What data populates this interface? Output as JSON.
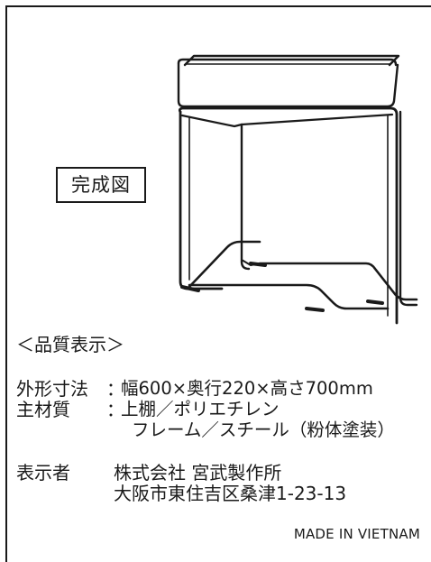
{
  "badge": {
    "label": "完成図"
  },
  "quality": {
    "header": "＜品質表示＞",
    "size_label": "外形寸法",
    "size_value": "幅600×奥行220×高さ700mm",
    "material_label": "主材質",
    "material_line1": "上棚／ポリエチレン",
    "material_line2": "フレーム／スチール（粉体塗装）",
    "colon": "："
  },
  "displayer": {
    "label": "表示者",
    "company": "株式会社 宮武製作所",
    "address": "大阪市東住吉区桑津1-23-13"
  },
  "origin": {
    "made_in": "MADE IN VIETNAM"
  },
  "colors": {
    "ink": "#1a1a1a",
    "background": "#ffffff"
  }
}
